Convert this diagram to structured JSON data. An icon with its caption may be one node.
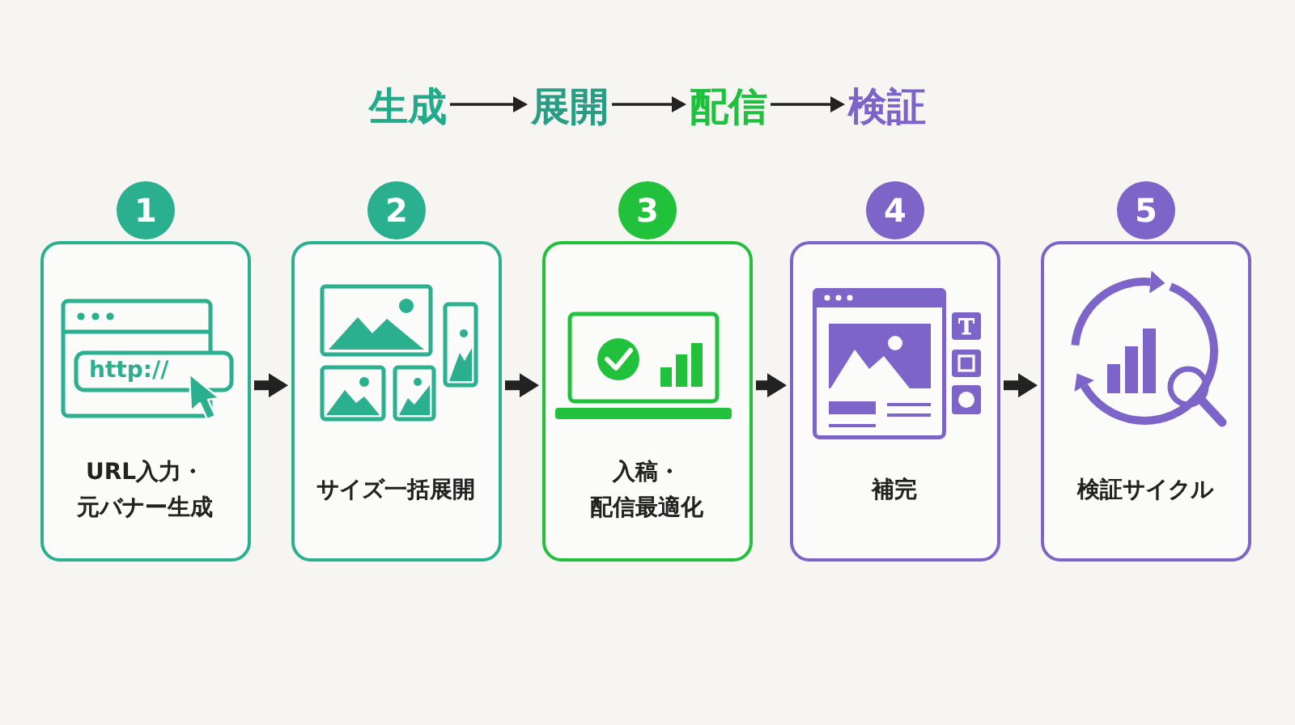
{
  "diagram": {
    "nodes": [
      {
        "text": [
          "生成"
        ]
      },
      {
        "text": [
          "展開"
        ]
      },
      {
        "text": [
          "配信"
        ]
      },
      {
        "text": [
          "検証"
        ]
      },
      {
        "text": [
          "1"
        ]
      },
      {
        "text": [
          "2"
        ]
      },
      {
        "text": [
          "3"
        ]
      },
      {
        "text": [
          "4"
        ]
      },
      {
        "text": [
          "5"
        ]
      },
      {
        "text": [
          "URL入力・元バナー生成"
        ]
      },
      {
        "text": [
          "サイズ一括展開"
        ]
      },
      {
        "text": [
          "入稿・配信最適化"
        ]
      },
      {
        "text": [
          "補完"
        ]
      },
      {
        "text": [
          "検証サイクル"
        ]
      }
    ],
    "edges": [
      {
        "from": 0,
        "to": 1,
        "arrow": "to"
      },
      {
        "from": 1,
        "to": 2,
        "arrow": "to"
      },
      {
        "from": 2,
        "to": 3,
        "arrow": "to"
      },
      {
        "from": 9,
        "to": 10,
        "arrow": "to"
      },
      {
        "from": 10,
        "to": 11,
        "arrow": "to"
      },
      {
        "from": 11,
        "to": 12,
        "arrow": "to"
      },
      {
        "from": 12,
        "to": 13,
        "arrow": "to"
      }
    ],
    "labels": [
      "http://"
    ]
  }
}
